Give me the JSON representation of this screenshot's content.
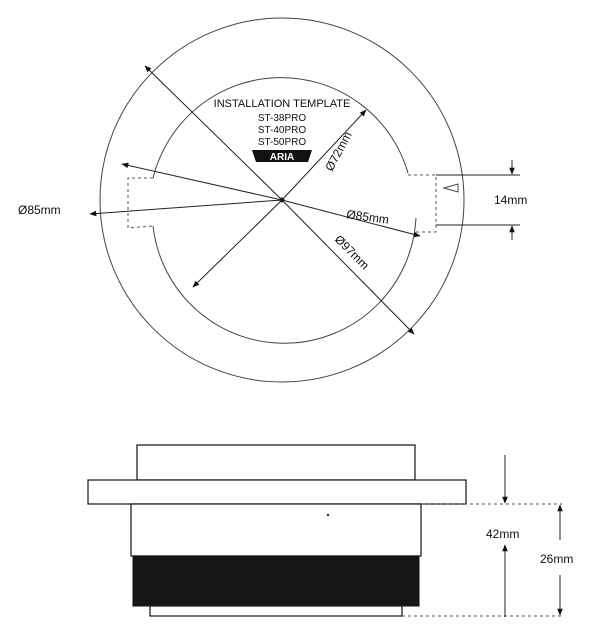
{
  "top_view": {
    "title": "INSTALLATION TEMPLATE",
    "models": [
      "ST-38PRO",
      "ST-40PRO",
      "ST-50PRO"
    ],
    "brand_logo": "ARIA",
    "dim_85_left": "Ø85mm",
    "dim_85_right": "Ø85mm",
    "dim_72": "Ø72mm",
    "dim_97": "Ø97mm",
    "dim_14": "14mm"
  },
  "side_view": {
    "dim_42": "42mm",
    "dim_26": "26mm"
  }
}
